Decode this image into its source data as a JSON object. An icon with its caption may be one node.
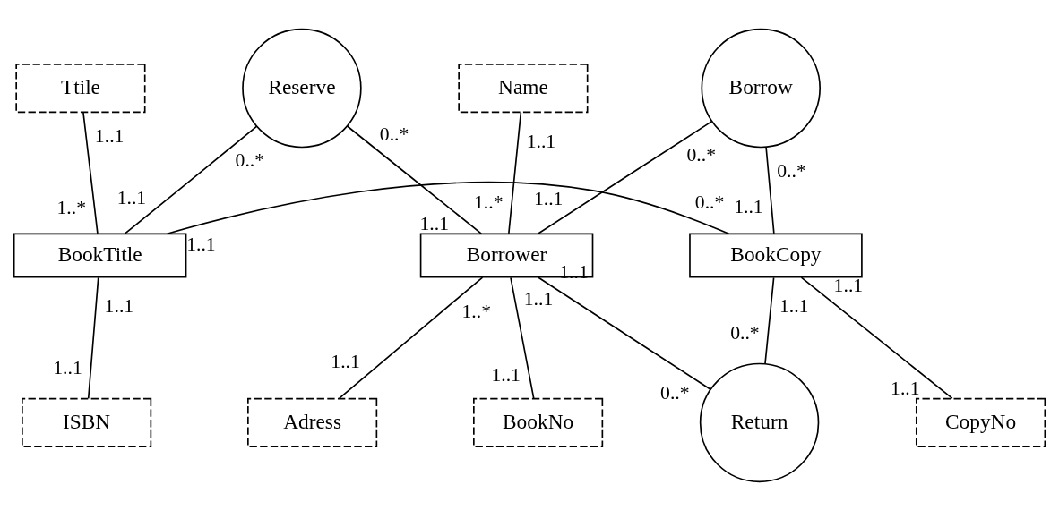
{
  "diagram": {
    "nodes": [
      {
        "text": [
          "Reserve"
        ]
      },
      {
        "text": [
          "Name"
        ]
      },
      {
        "text": [
          "Ttile"
        ]
      },
      {
        "text": [
          "Borrow"
        ]
      },
      {
        "text": [
          "BookTitle"
        ]
      },
      {
        "text": [
          "BookCopy"
        ]
      },
      {
        "text": [
          "Borrower"
        ]
      },
      {
        "text": [
          "Return"
        ]
      },
      {
        "text": [
          "ISBN"
        ]
      },
      {
        "text": [
          "CopyNo"
        ]
      },
      {
        "text": [
          "BookNo"
        ]
      },
      {
        "text": [
          "Adress"
        ]
      }
    ],
    "edges": [
      {
        "from": 4,
        "to": 0,
        "arrow": "none"
      },
      {
        "from": 0,
        "to": 6,
        "arrow": "none"
      },
      {
        "from": 2,
        "to": 4,
        "arrow": "none"
      },
      {
        "from": 5,
        "to": 3,
        "arrow": "none"
      },
      {
        "from": 3,
        "to": 6,
        "arrow": "none"
      },
      {
        "from": 1,
        "to": 6,
        "arrow": "none"
      },
      {
        "from": 4,
        "to": 5,
        "arrow": "none"
      },
      {
        "from": 5,
        "to": 7,
        "arrow": "none"
      },
      {
        "from": 7,
        "to": 6,
        "arrow": "none"
      },
      {
        "from": 4,
        "to": 8,
        "arrow": "none"
      },
      {
        "from": 5,
        "to": 9,
        "arrow": "none"
      },
      {
        "from": 6,
        "to": 10,
        "arrow": "none"
      },
      {
        "from": 6,
        "to": 11,
        "arrow": "none"
      }
    ],
    "labels": [
      "0..*",
      "0..*",
      "1..1",
      "1..1",
      "0..*",
      "0..*",
      "1..*",
      "1..*",
      "1..1",
      "1..1",
      "1..1",
      "1..1",
      "1..1",
      "0..*",
      "1..1",
      "1..1",
      "1..1",
      "1..1",
      "1..1",
      "1..*",
      "0..*",
      "0..*",
      "1..1",
      "1..1",
      "1..1",
      "1..1"
    ]
  }
}
